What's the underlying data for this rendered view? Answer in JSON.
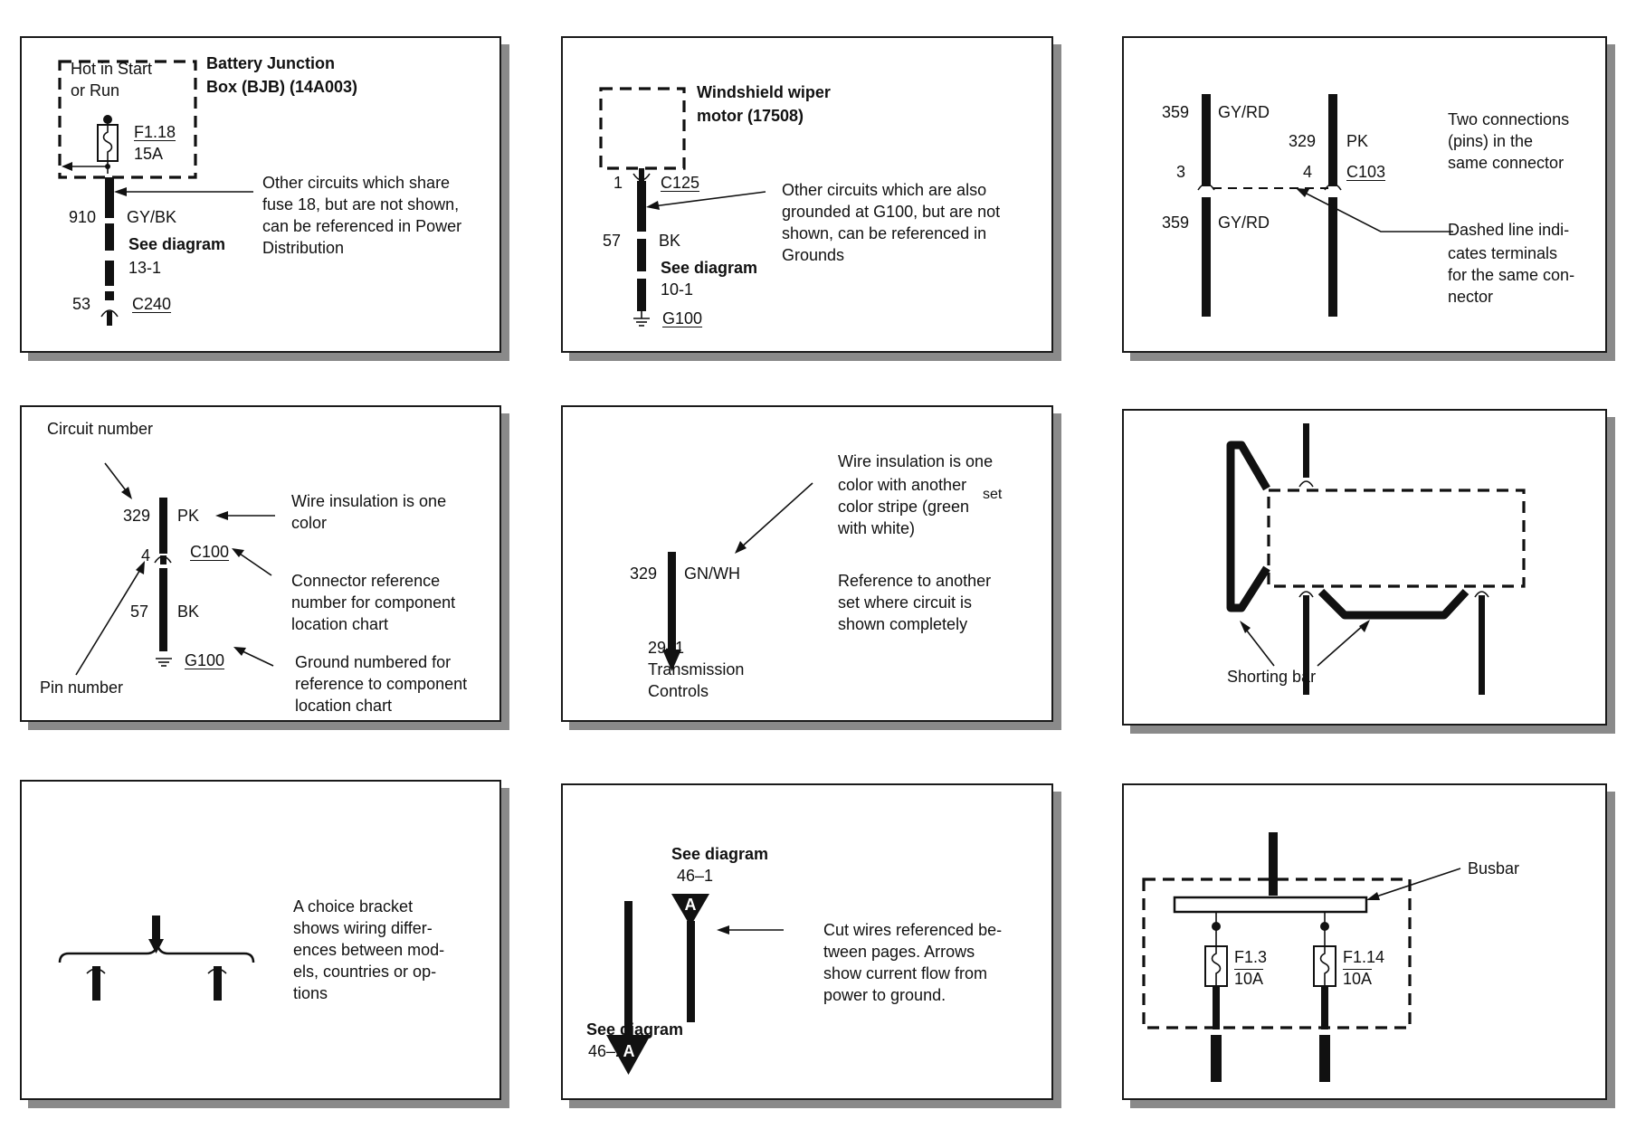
{
  "p1": {
    "hot_start": "Hot in Start",
    "or_run": "or Run",
    "bjb_line1": "Battery Junction",
    "bjb_line2": "Box (BJB) (14A003)",
    "fuse": "F1.18",
    "fuse_amp": "15A",
    "note1": "Other circuits which share",
    "note2": "fuse 18, but are not shown,",
    "note3": "can be referenced in Power",
    "note4": "Distribution",
    "circuit": "910",
    "color": "GY/BK",
    "see": "See diagram",
    "diag": "13-1",
    "pin": "53",
    "connector": "C240"
  },
  "p2": {
    "motor1": "Windshield wiper",
    "motor2": "motor (17508)",
    "pin": "1",
    "connector": "C125",
    "circuit": "57",
    "color": "BK",
    "see": "See diagram",
    "diag": "10-1",
    "ground": "G100",
    "note1": "Other circuits which are also",
    "note2": "grounded at G100, but are not",
    "note3": "shown, can be referenced in",
    "note4": "Grounds"
  },
  "p3": {
    "c_left_top": "359",
    "col_left_top": "GY/RD",
    "c_right": "329",
    "col_right": "PK",
    "pin_left": "3",
    "pin_right": "4",
    "connector": "C103",
    "c_left_bot": "359",
    "col_left_bot": "GY/RD",
    "note1": "Two connections",
    "note2": "(pins) in the",
    "note3": "same connector",
    "dash1": "Dashed line indi-",
    "dash2": "cates terminals",
    "dash3": "for the same con-",
    "dash4": "nector"
  },
  "p4": {
    "circuit_label": "Circuit number",
    "circuit": "329",
    "color": "PK",
    "pin": "4",
    "connector": "C100",
    "circuit2": "57",
    "color2": "BK",
    "ground": "G100",
    "pin_label": "Pin number",
    "ins1": "Wire insulation is one",
    "ins2": "color",
    "conn1": "Connector reference",
    "conn2": "number for component",
    "conn3": "location chart",
    "gnd1": "Ground numbered for",
    "gnd2": "reference to component",
    "gnd3": "location chart"
  },
  "p5": {
    "ins1": "Wire insulation is one",
    "ins2": "color with another",
    "ins_set": "set",
    "ins3": "color stripe (green",
    "ins4": "with white)",
    "circuit": "329",
    "color": "GN/WH",
    "ref_num": "29–1",
    "ref_name1": "Transmission",
    "ref_name2": "Controls",
    "ref1": "Reference to another",
    "ref2": "set where circuit is",
    "ref3": "shown completely"
  },
  "p6": {
    "label": "Shorting bar"
  },
  "p7": {
    "note1": "A choice bracket",
    "note2": "shows wiring differ-",
    "note3": "ences between mod-",
    "note4": "els, countries or op-",
    "note5": "tions"
  },
  "p8": {
    "see_top": "See diagram",
    "diag_top": "46–1",
    "arrow_letter": "A",
    "see_bot": "See diagram",
    "diag_bot": "46–2",
    "note1": "Cut wires referenced be-",
    "note2": "tween pages. Arrows",
    "note3": "show current flow from",
    "note4": "power to ground."
  },
  "p9": {
    "label": "Busbar",
    "fuse1": "F1.3",
    "amp1": "10A",
    "fuse2": "F1.14",
    "amp2": "10A"
  }
}
